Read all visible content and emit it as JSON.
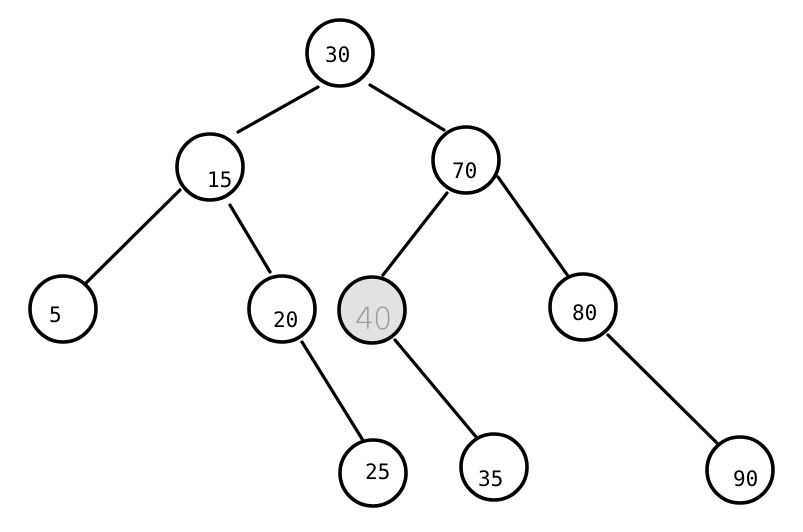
{
  "tree": {
    "nodes": [
      {
        "id": "n30",
        "label": "30",
        "highlighted": false
      },
      {
        "id": "n15",
        "label": "15",
        "highlighted": false
      },
      {
        "id": "n70",
        "label": "70",
        "highlighted": false
      },
      {
        "id": "n5",
        "label": "5",
        "highlighted": false
      },
      {
        "id": "n20",
        "label": "20",
        "highlighted": false
      },
      {
        "id": "n40",
        "label": "40",
        "highlighted": true
      },
      {
        "id": "n80",
        "label": "80",
        "highlighted": false
      },
      {
        "id": "n25",
        "label": "25",
        "highlighted": false
      },
      {
        "id": "n35",
        "label": "35",
        "highlighted": false
      },
      {
        "id": "n90",
        "label": "90",
        "highlighted": false
      }
    ],
    "edges": [
      {
        "from": "n30",
        "to": "n15"
      },
      {
        "from": "n30",
        "to": "n70"
      },
      {
        "from": "n15",
        "to": "n5"
      },
      {
        "from": "n15",
        "to": "n20"
      },
      {
        "from": "n70",
        "to": "n40"
      },
      {
        "from": "n70",
        "to": "n80"
      },
      {
        "from": "n20",
        "to": "n25"
      },
      {
        "from": "n40",
        "to": "n35"
      },
      {
        "from": "n80",
        "to": "n90"
      }
    ],
    "colors": {
      "stroke": "#000000",
      "background": "#ffffff",
      "highlight_fill": "#e2e2e2",
      "highlight_text": "#9a9a9a"
    }
  }
}
